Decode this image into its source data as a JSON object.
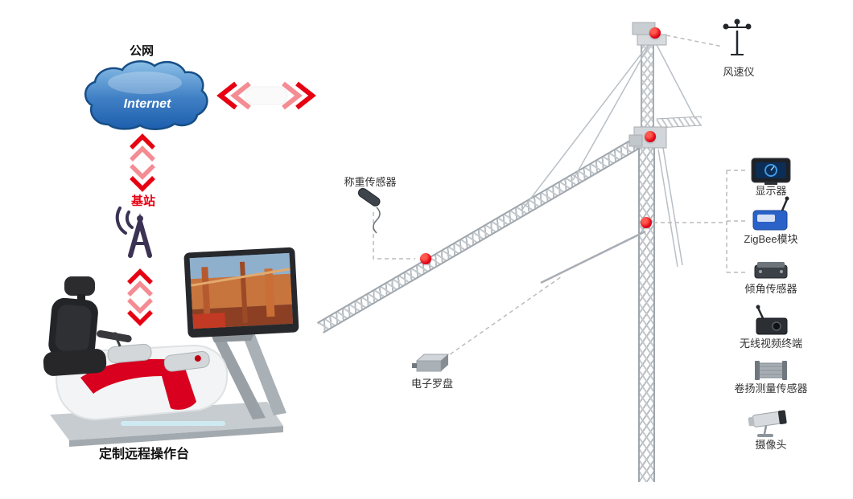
{
  "colors": {
    "accent_red": "#e60012",
    "cloud_blue": "#2a6db8",
    "structure_gray": "#bcc2c7",
    "label_dark": "#333333"
  },
  "network": {
    "public_label": "公网",
    "internet_label": "Internet",
    "base_station_label": "基站"
  },
  "console": {
    "label": "定制远程操作台"
  },
  "crane": {
    "weight_sensor_label": "称重传感器",
    "anemometer_label": "风速仪",
    "compass_label": "电子罗盘"
  },
  "device_list": [
    {
      "label": "显示器"
    },
    {
      "label": "ZigBee模块"
    },
    {
      "label": "倾角传感器"
    },
    {
      "label": "无线视频终端"
    },
    {
      "label": "卷扬测量传感器"
    },
    {
      "label": "摄像头"
    }
  ]
}
